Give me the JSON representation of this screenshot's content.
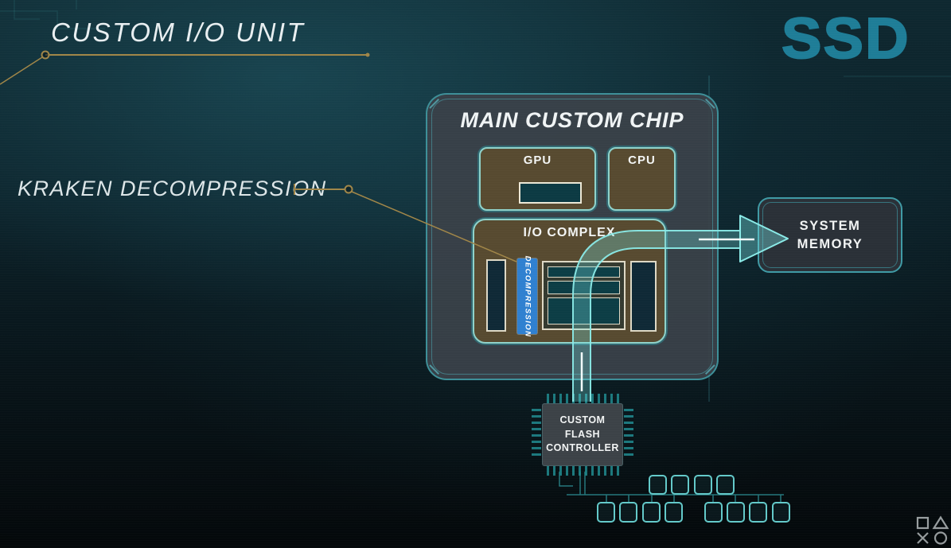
{
  "page": {
    "title": "CUSTOM I/O UNIT",
    "badge": "SSD"
  },
  "callouts": {
    "kraken_label": "KRAKEN DECOMPRESSION"
  },
  "chip": {
    "title": "MAIN CUSTOM CHIP",
    "gpu_label": "GPU",
    "cpu_label": "CPU",
    "io_complex_label": "I/O COMPLEX",
    "decompression_label": "DECOMPRESSION"
  },
  "system_memory": {
    "line1": "SYSTEM",
    "line2": "MEMORY"
  },
  "flash_controller": {
    "line1": "CUSTOM",
    "line2": "FLASH",
    "line3": "CONTROLLER"
  },
  "flash_chips": {
    "top_row_count": 4,
    "bottom_row_count": 8
  },
  "icons": {
    "ps_buttons": "playstation-buttons-icon (square, triangle, cross, circle)"
  },
  "colors": {
    "accent_teal_border": "#3e98a2",
    "arrow_teal": "#8aeae7",
    "arrow_fill": "rgba(118,229,229,0.30)",
    "gold_callout": "#a18648",
    "decompression_blue": "#2f80d0",
    "block_brown": "#574a30",
    "chip_gray": "#3a4148",
    "ssd_teal": "#1e7d97",
    "cream_border": "#ddd8c5"
  }
}
